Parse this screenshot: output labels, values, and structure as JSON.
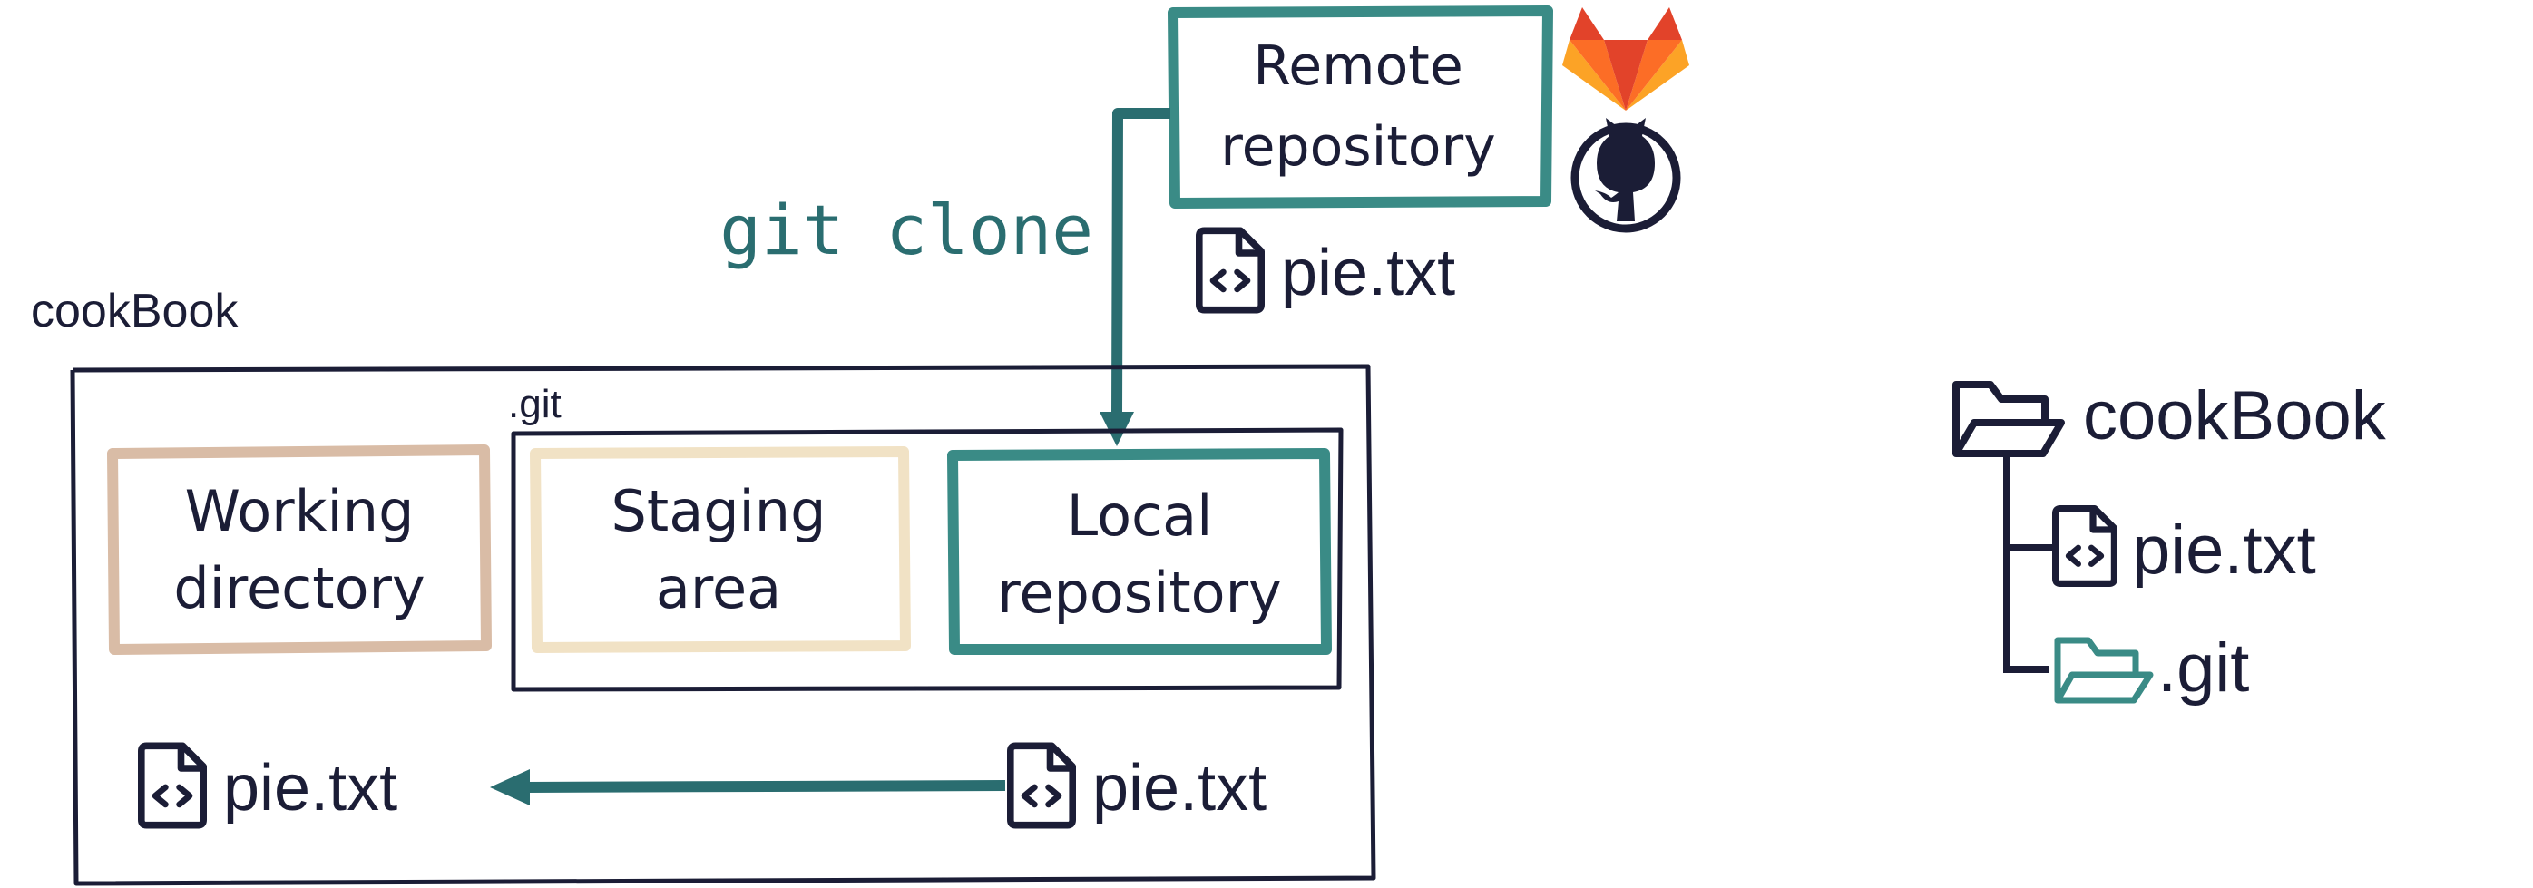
{
  "colors": {
    "ink": "#1b1d36",
    "teal": "#3a8b86",
    "arrow": "#2a6d70",
    "working": "#d9bca6",
    "staging": "#f1e2c5",
    "gitlab_dark": "#e2432a",
    "gitlab_mid": "#fc6d26",
    "gitlab_light": "#fca326"
  },
  "remote": {
    "line1": "Remote",
    "line2": "repository",
    "file": "pie.txt"
  },
  "clone_command": "git clone",
  "project": {
    "folder_label": "cookBook",
    "git_label": ".git",
    "working": {
      "line1": "Working",
      "line2": "directory"
    },
    "staging": {
      "line1": "Staging",
      "line2": "area"
    },
    "local": {
      "line1": "Local",
      "line2": "repository"
    },
    "working_file": "pie.txt",
    "local_file": "pie.txt"
  },
  "tree": {
    "root": "cookBook",
    "file": "pie.txt",
    "git_folder": ".git"
  },
  "icons": {
    "gitlab": "gitlab-logo-icon",
    "github": "github-logo-icon",
    "file": "code-file-icon",
    "folder": "folder-open-icon"
  }
}
